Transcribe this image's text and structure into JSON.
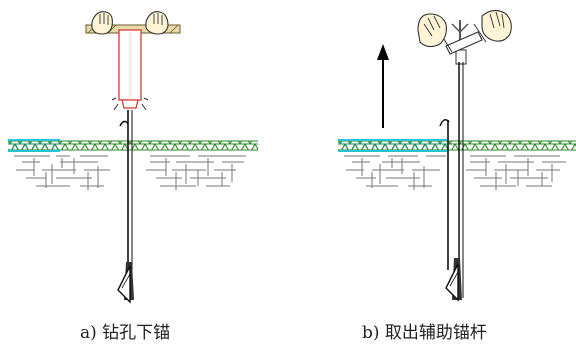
{
  "figure": {
    "panels": [
      {
        "id": "a",
        "caption": "a) 钻孔下锚"
      },
      {
        "id": "b",
        "caption": "b) 取出辅助锚杆"
      }
    ],
    "colors": {
      "grass": "#2f8a2a",
      "cyan_strip": "#27c4d8",
      "drill_tube": "#d23a3a",
      "hand_fill": "#fff4d6",
      "soil_lines": "#777777",
      "arrow": "#000000"
    },
    "icons": [
      "hand-icon",
      "hammer-icon",
      "arrow-up-icon",
      "anchor-icon"
    ]
  }
}
